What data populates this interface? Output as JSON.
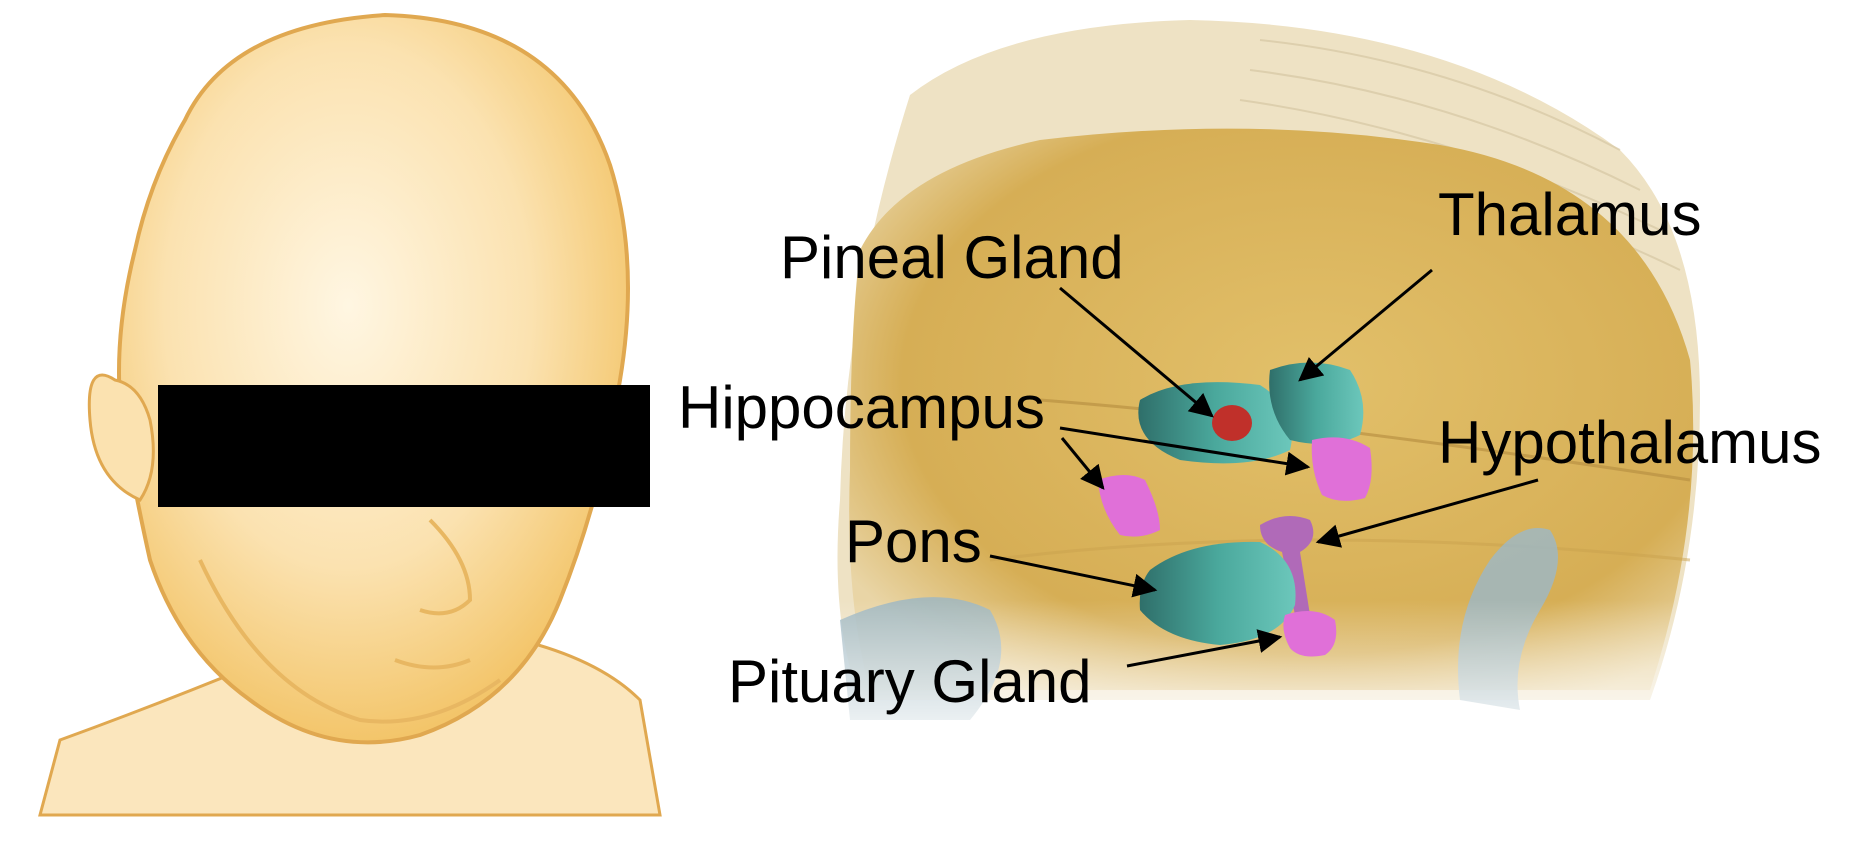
{
  "figure": {
    "labels": {
      "pineal_gland": "Pineal Gland",
      "thalamus": "Thalamus",
      "hippocampus": "Hippocampus",
      "hypothalamus": "Hypothalamus",
      "pons": "Pons",
      "pituary_gland": "Pituary Gland"
    },
    "colors": {
      "skin_render": "#f3c56a",
      "skin_outline": "#e0a850",
      "brain_volume": "#d9b45a",
      "skull": "#e6d6b0",
      "thalamus_pons": "#3f9a90",
      "pineal_gland": "#c0302a",
      "hippocampus_pituitary": "#e070d8",
      "hypothalamus": "#b06ab8",
      "vessel": "#9fb7c2",
      "redaction_bar": "#000000"
    }
  }
}
